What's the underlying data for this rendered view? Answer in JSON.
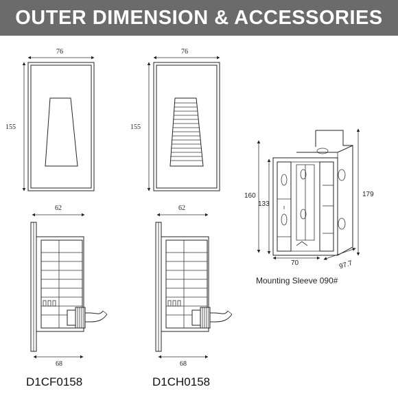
{
  "header": {
    "title": "OUTER DIMENSION & ACCESSORIES"
  },
  "products": [
    {
      "model": "D1CF0158",
      "front": {
        "width": "76",
        "height": "155"
      },
      "side": {
        "top": "62",
        "bottom": "68"
      }
    },
    {
      "model": "D1CH0158",
      "front": {
        "width": "76",
        "height": "155"
      },
      "side": {
        "top": "62",
        "bottom": "68"
      }
    }
  ],
  "sleeve": {
    "caption": "Mounting Sleeve 090#",
    "dims": {
      "outer_height": "160",
      "inner_height": "133",
      "overall_height": "179",
      "width": "70",
      "depth": "97.7"
    }
  },
  "colors": {
    "banner_bg": "#6b6b6b",
    "banner_text": "#ffffff",
    "line": "#222222"
  }
}
